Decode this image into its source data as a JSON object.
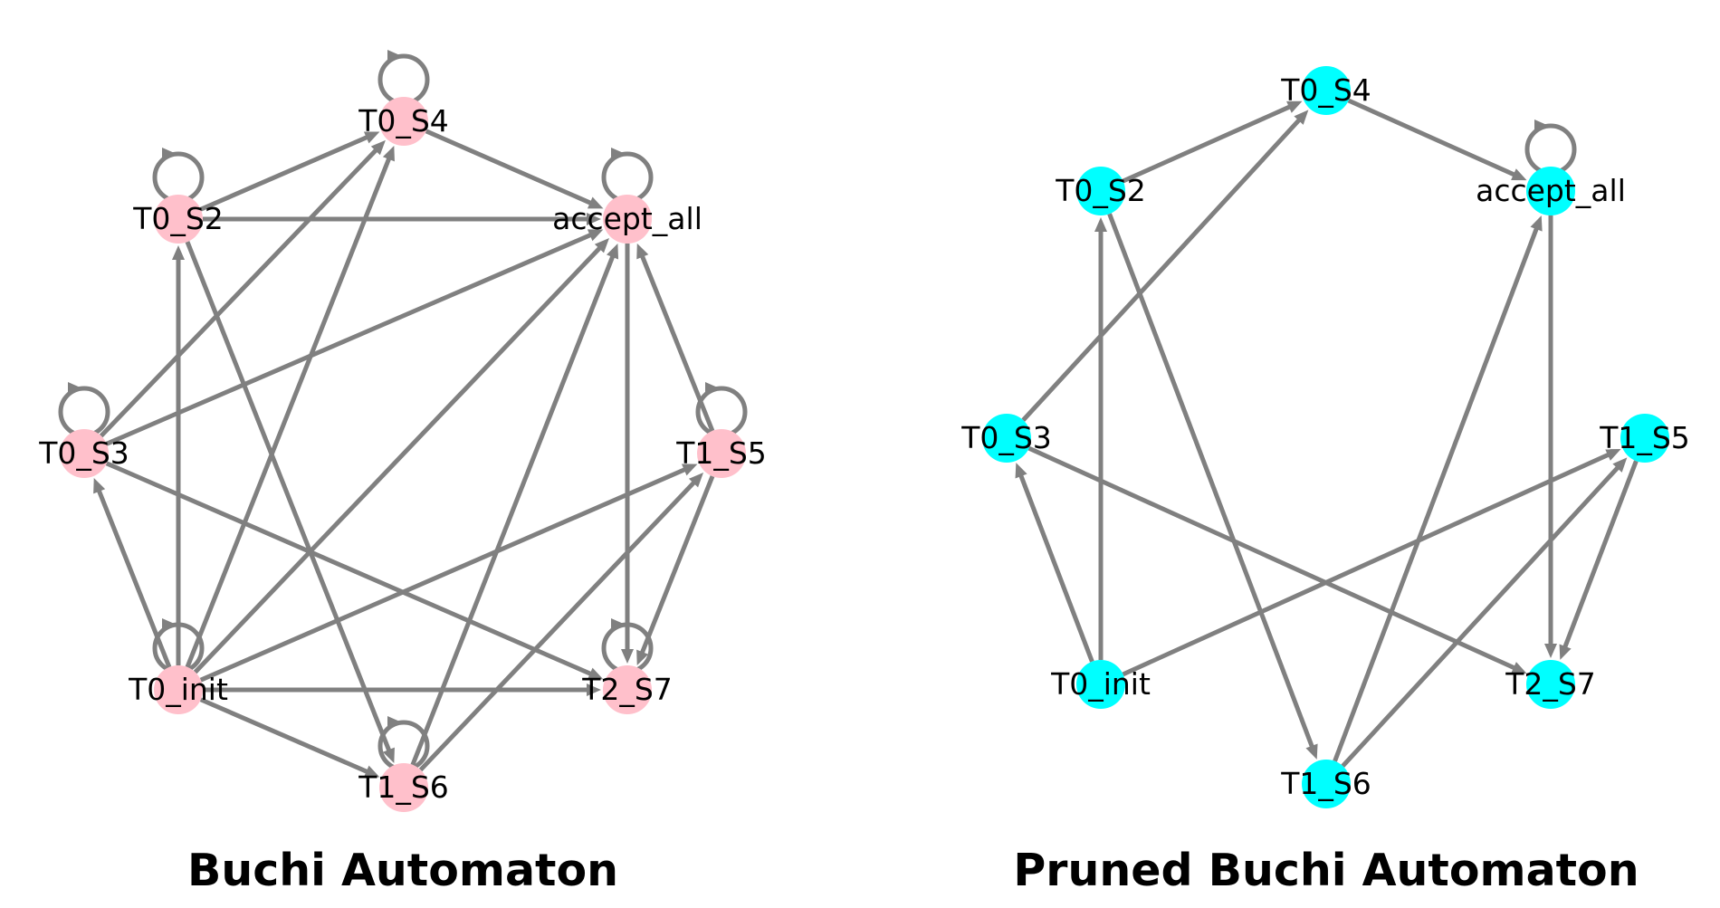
{
  "panels": [
    {
      "title": "Buchi Automaton",
      "node_color": "#ffc0cb",
      "nodes": [
        "T0_S4",
        "T0_S2",
        "accept_all",
        "T0_S3",
        "T1_S5",
        "T0_init",
        "T2_S7",
        "T1_S6"
      ],
      "edges": [
        [
          "T0_S4",
          "T0_S4"
        ],
        [
          "T0_S2",
          "T0_S2"
        ],
        [
          "accept_all",
          "accept_all"
        ],
        [
          "T0_S3",
          "T0_S3"
        ],
        [
          "T1_S5",
          "T1_S5"
        ],
        [
          "T0_init",
          "T0_init"
        ],
        [
          "T2_S7",
          "T2_S7"
        ],
        [
          "T1_S6",
          "T1_S6"
        ],
        [
          "T0_S2",
          "T0_S4"
        ],
        [
          "T0_S4",
          "accept_all"
        ],
        [
          "T0_S2",
          "accept_all"
        ],
        [
          "T0_S3",
          "T0_S4"
        ],
        [
          "T0_init",
          "T0_S4"
        ],
        [
          "T0_init",
          "T0_S2"
        ],
        [
          "T0_S2",
          "T1_S6"
        ],
        [
          "T0_S3",
          "accept_all"
        ],
        [
          "T0_init",
          "accept_all"
        ],
        [
          "T1_S6",
          "accept_all"
        ],
        [
          "accept_all",
          "T2_S7"
        ],
        [
          "T1_S5",
          "accept_all"
        ],
        [
          "T0_init",
          "T0_S3"
        ],
        [
          "T0_S3",
          "T2_S7"
        ],
        [
          "T0_init",
          "T1_S5"
        ],
        [
          "T1_S6",
          "T1_S5"
        ],
        [
          "T1_S5",
          "T2_S7"
        ],
        [
          "T0_init",
          "T2_S7"
        ],
        [
          "T0_init",
          "T1_S6"
        ]
      ]
    },
    {
      "title": "Pruned Buchi Automaton",
      "node_color": "#00ffff",
      "nodes": [
        "T0_S4",
        "T0_S2",
        "accept_all",
        "T0_S3",
        "T1_S5",
        "T0_init",
        "T2_S7",
        "T1_S6"
      ],
      "edges": [
        [
          "accept_all",
          "accept_all"
        ],
        [
          "T0_S2",
          "T0_S4"
        ],
        [
          "T0_S4",
          "accept_all"
        ],
        [
          "T0_S3",
          "T0_S4"
        ],
        [
          "T0_init",
          "T0_S2"
        ],
        [
          "T0_S2",
          "T1_S6"
        ],
        [
          "T1_S6",
          "accept_all"
        ],
        [
          "accept_all",
          "T2_S7"
        ],
        [
          "T0_init",
          "T0_S3"
        ],
        [
          "T0_S3",
          "T2_S7"
        ],
        [
          "T0_init",
          "T1_S5"
        ],
        [
          "T1_S6",
          "T1_S5"
        ],
        [
          "T1_S5",
          "T2_S7"
        ]
      ]
    }
  ]
}
